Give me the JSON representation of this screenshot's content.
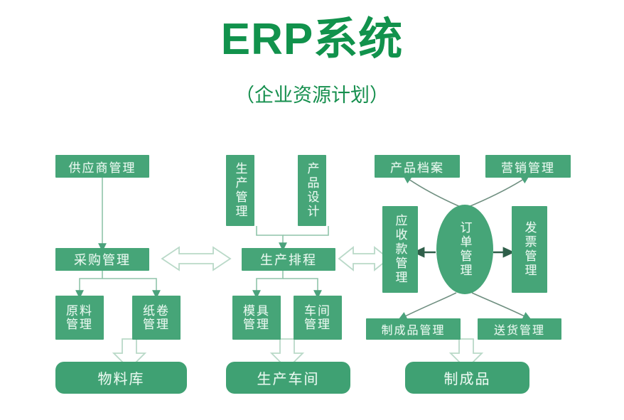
{
  "header": {
    "title": "ERP系统",
    "subtitle": "（企业资源计划）"
  },
  "colors": {
    "title_green": "#11924c",
    "box_fill": "#46a578",
    "box_fill_round": "#3fa173",
    "box_text": "#e8f8ef",
    "wire": "#8fc4aa",
    "arrow_dark": "#3c7a5e",
    "hollow_arrow_stroke": "#b9d9c8",
    "background": "#ffffff"
  },
  "diagram": {
    "type": "flowchart",
    "columns": [
      {
        "name": "procurement",
        "nodes": [
          {
            "id": "supplier-management",
            "label": "供应商管理",
            "shape": "rect",
            "orientation": "horizontal"
          },
          {
            "id": "purchasing-management",
            "label": "采购管理",
            "shape": "rect",
            "orientation": "horizontal"
          },
          {
            "id": "raw-material-management",
            "label": "原料管理",
            "line1": "原料",
            "line2": "管理",
            "shape": "rect",
            "orientation": "stacked"
          },
          {
            "id": "paper-roll-management",
            "label": "纸卷管理",
            "line1": "纸卷",
            "line2": "管理",
            "shape": "rect",
            "orientation": "stacked"
          },
          {
            "id": "material-warehouse",
            "label": "物料库",
            "shape": "round",
            "orientation": "horizontal"
          }
        ]
      },
      {
        "name": "production",
        "nodes": [
          {
            "id": "production-management",
            "label": "生产管理",
            "shape": "rect",
            "orientation": "vertical"
          },
          {
            "id": "product-design",
            "label": "产品设计",
            "shape": "rect",
            "orientation": "vertical"
          },
          {
            "id": "production-scheduling",
            "label": "生产排程",
            "shape": "rect",
            "orientation": "horizontal"
          },
          {
            "id": "mold-management",
            "label": "模具管理",
            "line1": "模具",
            "line2": "管理",
            "shape": "rect",
            "orientation": "stacked"
          },
          {
            "id": "workshop-management",
            "label": "车间管理",
            "line1": "车间",
            "line2": "管理",
            "shape": "rect",
            "orientation": "stacked"
          },
          {
            "id": "production-workshop",
            "label": "生产车间",
            "shape": "round",
            "orientation": "horizontal"
          }
        ]
      },
      {
        "name": "sales",
        "nodes": [
          {
            "id": "product-archive",
            "label": "产品档案",
            "shape": "rect",
            "orientation": "horizontal"
          },
          {
            "id": "marketing-management",
            "label": "营销管理",
            "shape": "rect",
            "orientation": "horizontal"
          },
          {
            "id": "receivables-management",
            "label": "应收款管理",
            "shape": "rect",
            "orientation": "vertical"
          },
          {
            "id": "order-management",
            "label": "订单管理",
            "shape": "ellipse",
            "orientation": "vertical"
          },
          {
            "id": "invoice-management",
            "label": "发票管理",
            "shape": "rect",
            "orientation": "vertical"
          },
          {
            "id": "finished-goods-management",
            "label": "制成品管理",
            "shape": "rect",
            "orientation": "horizontal"
          },
          {
            "id": "delivery-management",
            "label": "送货管理",
            "shape": "rect",
            "orientation": "horizontal"
          },
          {
            "id": "finished-goods",
            "label": "制成品",
            "shape": "round",
            "orientation": "horizontal"
          }
        ]
      }
    ],
    "connectors": [
      {
        "from": "supplier-management",
        "to": "purchasing-management",
        "style": "line-arrow"
      },
      {
        "from": "purchasing-management",
        "to": "raw-material-management",
        "style": "line-arrow"
      },
      {
        "from": "purchasing-management",
        "to": "paper-roll-management",
        "style": "line-arrow"
      },
      {
        "from": "raw-material-management",
        "to": "material-warehouse",
        "style": "hollow-block-arrow"
      },
      {
        "from": "production-management",
        "to": "production-scheduling",
        "style": "line-arrow"
      },
      {
        "from": "product-design",
        "to": "production-scheduling",
        "style": "line-arrow"
      },
      {
        "from": "production-scheduling",
        "to": "mold-management",
        "style": "line-arrow"
      },
      {
        "from": "production-scheduling",
        "to": "workshop-management",
        "style": "line-arrow"
      },
      {
        "from": "mold-management",
        "to": "production-workshop",
        "style": "hollow-block-arrow"
      },
      {
        "from": "purchasing-management",
        "to": "production-scheduling",
        "style": "hollow-double-arrow"
      },
      {
        "from": "production-scheduling",
        "to": "receivables-management",
        "style": "hollow-double-arrow"
      },
      {
        "from": "order-management",
        "to": "receivables-management",
        "style": "solid-arrow-left"
      },
      {
        "from": "order-management",
        "to": "invoice-management",
        "style": "solid-arrow-right"
      },
      {
        "from": "order-management",
        "to": "product-archive",
        "style": "curved-arrow"
      },
      {
        "from": "order-management",
        "to": "marketing-management",
        "style": "curved-arrow"
      },
      {
        "from": "order-management",
        "to": "finished-goods-management",
        "style": "curved-arrow"
      },
      {
        "from": "order-management",
        "to": "delivery-management",
        "style": "curved-arrow"
      },
      {
        "from": "finished-goods-management",
        "to": "finished-goods",
        "style": "hollow-block-arrow"
      }
    ]
  }
}
